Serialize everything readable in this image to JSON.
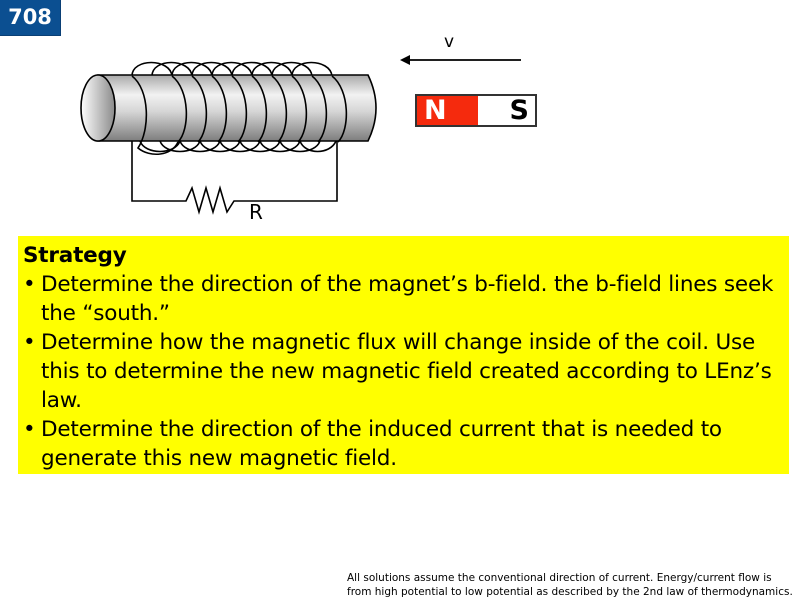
{
  "slide": {
    "number": "708",
    "colors": {
      "badge": "#0b4f91",
      "highlight": "#ffff00",
      "north_pole": "#f52a0d"
    }
  },
  "diagram": {
    "velocity_label": "v",
    "velocity_direction": "left",
    "magnet": {
      "north_label": "N",
      "south_label": "S"
    },
    "resistor_label": "R",
    "coil_turns": 9
  },
  "strategy": {
    "heading": "Strategy",
    "bullet_glyph": "•",
    "items": [
      "Determine the direction of the magnet’s b-field. the b-field lines seek the “south.”",
      "Determine how the magnetic flux will change inside of the coil. Use this to determine the new magnetic field created according to LEnz’s law.",
      "Determine the direction of the induced current that is needed to generate this new magnetic field."
    ]
  },
  "footnote": {
    "line1": "All solutions assume the conventional direction of current. Energy/current flow is",
    "line2": "from high potential to low potential as described by the 2nd law of thermodynamics."
  }
}
